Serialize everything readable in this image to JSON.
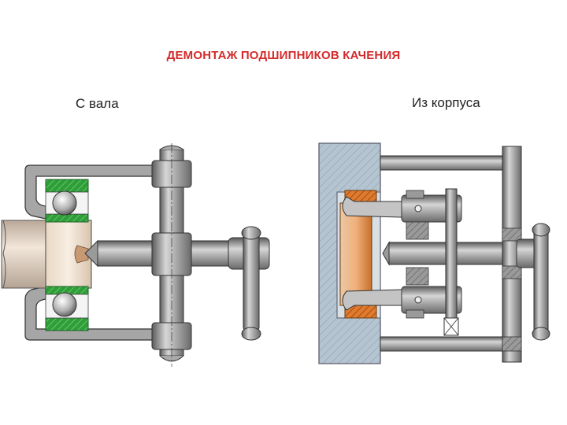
{
  "title": "ДЕМОНТАЖ ПОДШИПНИКОВ КАЧЕНИЯ",
  "subtitle_left": "С вала",
  "subtitle_right": "Из корпуса",
  "colors": {
    "title": "#d42a2a",
    "steel": "#8e8e8e",
    "steel_light": "#c8c8c8",
    "bearing_ring": "#2aa02a",
    "housing": "#a9bac6",
    "ring_orange": "#e07a2c",
    "shaft": "#e6d6c6"
  }
}
